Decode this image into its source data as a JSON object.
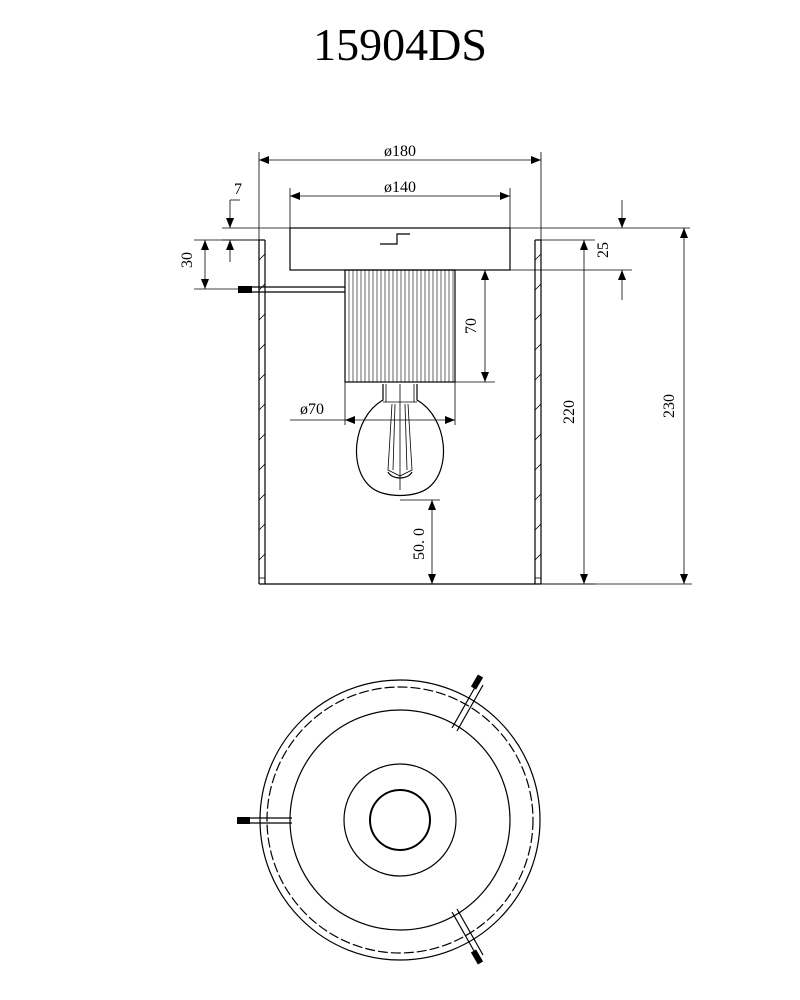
{
  "title": "15904DS",
  "dimensions": {
    "shade_diameter": "ø180",
    "canopy_diameter": "ø140",
    "canopy_offset": "7",
    "side_offset": "30",
    "canopy_height": "25",
    "holder_height": "70",
    "bulb_diameter": "ø70",
    "shade_height": "220",
    "total_height": "230",
    "bottom_clearance": "50. 0"
  },
  "colors": {
    "line": "#000000",
    "background": "#ffffff"
  }
}
